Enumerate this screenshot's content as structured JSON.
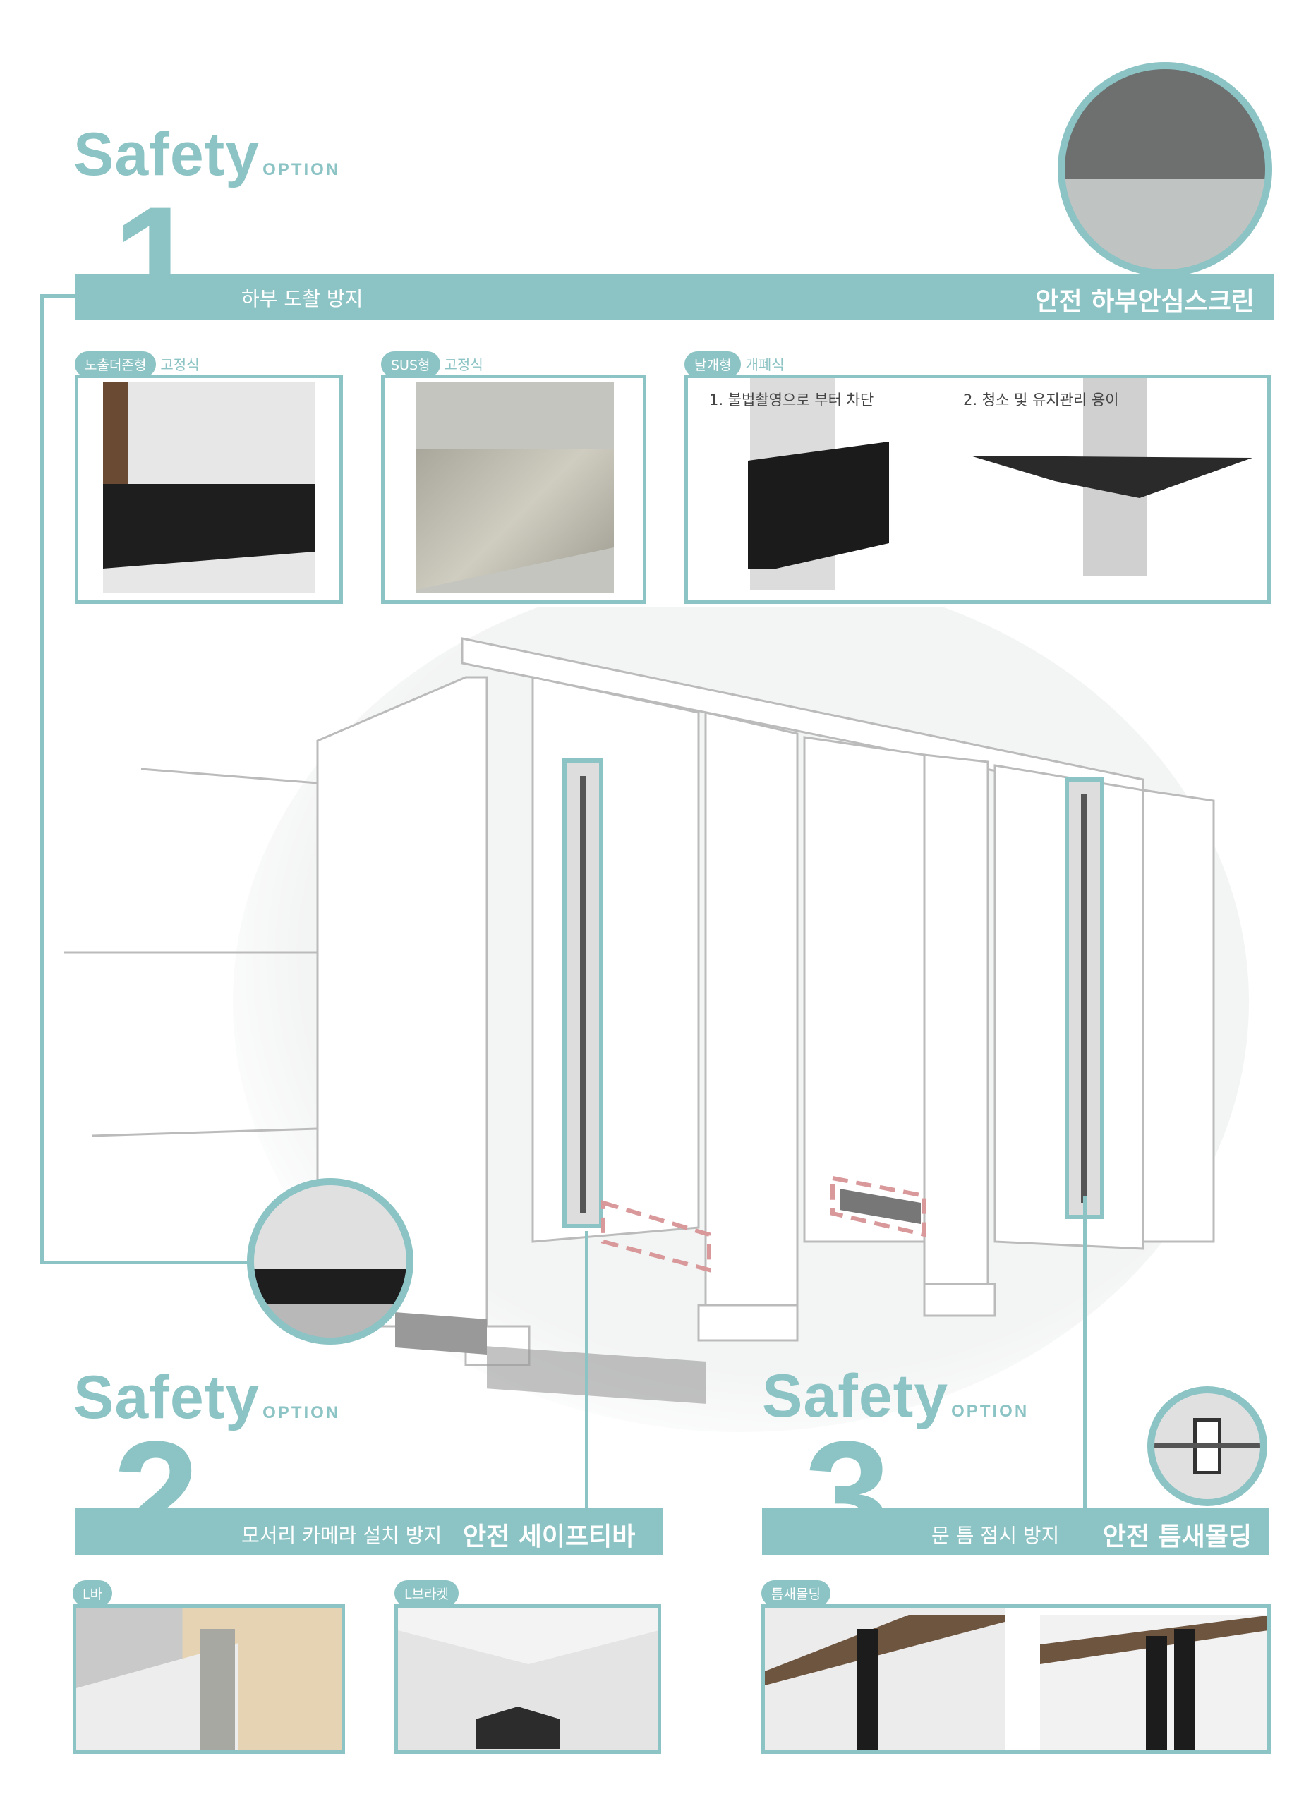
{
  "section1": {
    "safety": "Safety",
    "option": "OPTION",
    "number": "1",
    "subtitle": "하부 도촬 방지",
    "title": "안전 하부안심스크린",
    "products": [
      {
        "tag": "노출더존형",
        "type": "고정식"
      },
      {
        "tag": "SUS형",
        "type": "고정식"
      },
      {
        "tag": "날개형",
        "type": "개폐식",
        "captions": [
          "1. 불법촬영으로 부터 차단",
          "2. 청소 및 유지관리 용이"
        ]
      }
    ]
  },
  "section2": {
    "safety": "Safety",
    "option": "OPTION",
    "number": "2",
    "subtitle": "모서리 카메라 설치 방지",
    "title": "안전 세이프티바",
    "products": [
      {
        "tag": "L바"
      },
      {
        "tag": "L브라켓"
      }
    ]
  },
  "section3": {
    "safety": "Safety",
    "option": "OPTION",
    "number": "3",
    "subtitle": "문 틈 점시 방지",
    "title": "안전 틈새몰딩",
    "products": [
      {
        "tag": "틈새몰딩"
      }
    ]
  },
  "colors": {
    "accent": "#8cc3c4",
    "dashed": "#d9999b"
  }
}
